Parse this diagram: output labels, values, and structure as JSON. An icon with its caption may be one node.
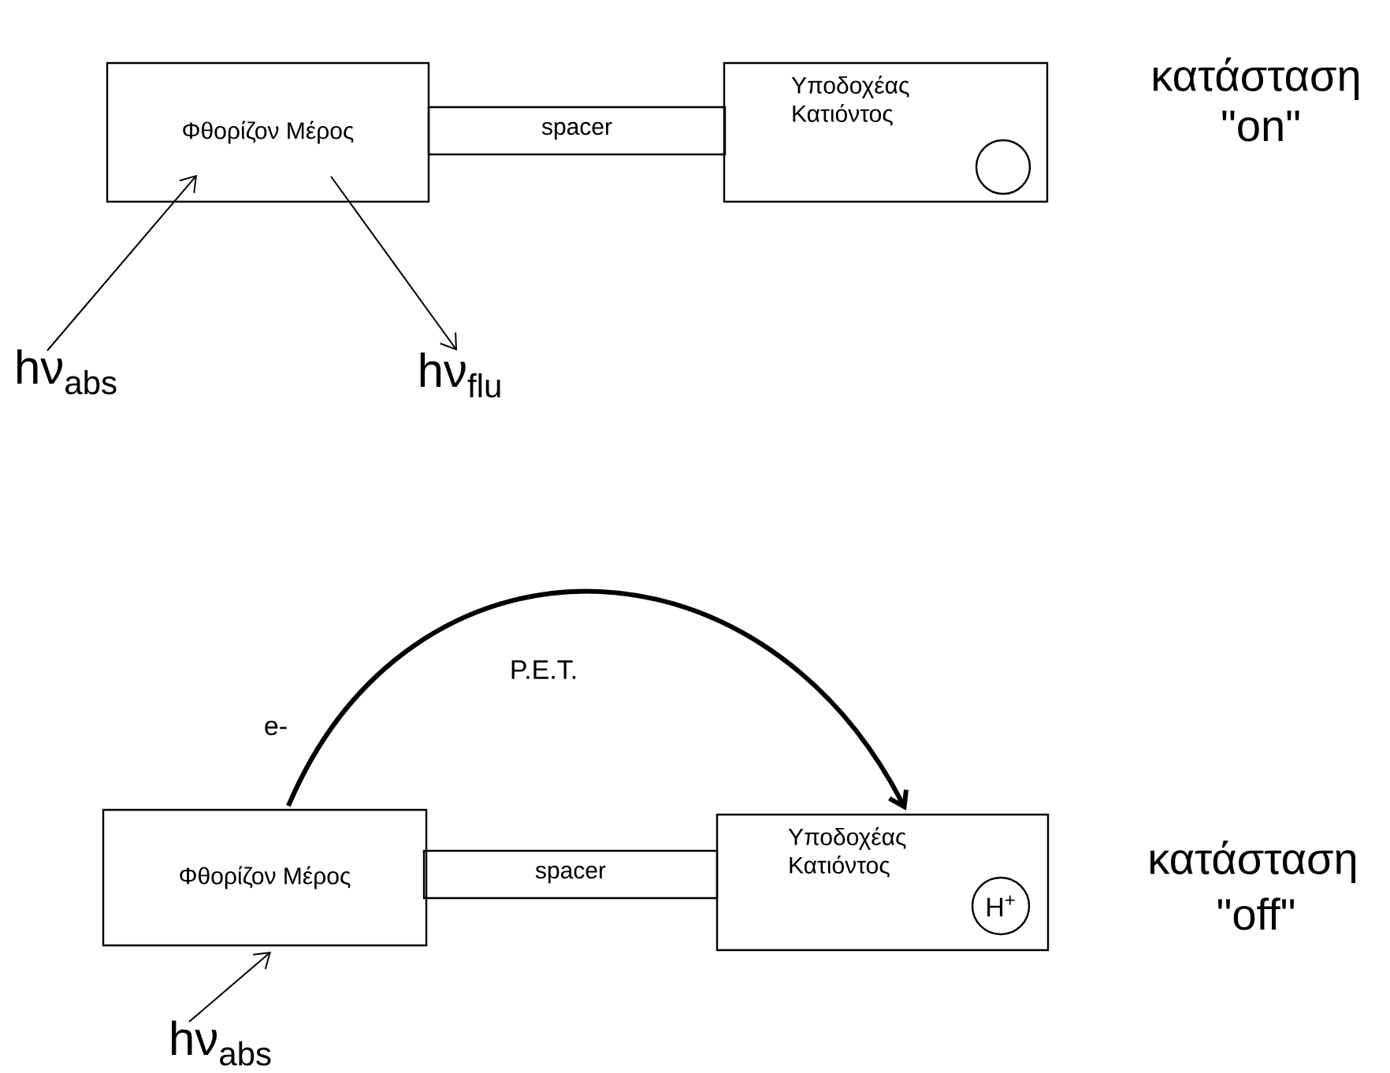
{
  "diagram": {
    "nodes": [
      {
        "text": [
          "Φθορίζον Μέρος"
        ]
      },
      {
        "text": [
          "spacer"
        ]
      },
      {
        "text": [
          "Υποδοχέας Κατιόντος"
        ]
      },
      {
        "text": [],
        "shape": "circle",
        "in": 2
      },
      {
        "text": [
          "hν$_{abs}$"
        ]
      },
      {
        "text": [
          "hν$_{flu}$"
        ]
      },
      {
        "text": [
          "Φθορίζον Μέρος"
        ]
      },
      {
        "text": [
          "spacer"
        ]
      },
      {
        "text": [
          "Υποδοχέας Κατιόντος"
        ]
      },
      {
        "text": [
          "H$^{+}$"
        ],
        "in": 8
      },
      {
        "text": [
          "hν$_{abs}$"
        ]
      }
    ],
    "edges": [
      {
        "from": 4,
        "to": 0,
        "arrow": "to"
      },
      {
        "from": 0,
        "to": 5,
        "arrow": "to"
      },
      {
        "from": 6,
        "to": 8,
        "arrow": "to",
        "label": "P.E.T.",
        "style": "thick"
      },
      {
        "from": 10,
        "to": 6,
        "arrow": "to"
      }
    ],
    "labels": [
      "κατάσταση",
      "\"on\"",
      "e-",
      "κατάσταση",
      "\"off\""
    ]
  }
}
